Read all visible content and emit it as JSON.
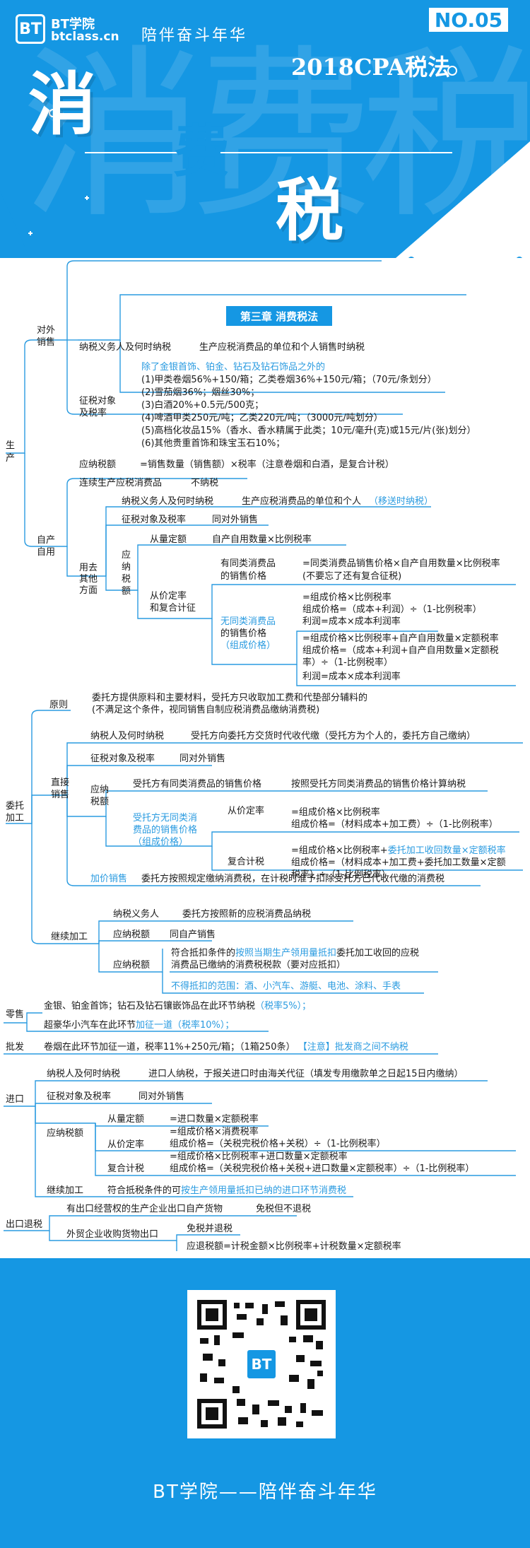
{
  "header": {
    "logo_mark": "BT",
    "logo_line1": "BT学院",
    "logo_line2": "btclass.cn",
    "slogan": "陪伴奋斗年华",
    "issue": "NO.05",
    "subject": "2018CPA税法",
    "big1": "消",
    "big2": "费",
    "big3": "税",
    "watermark": "消费税"
  },
  "chapter": "第三章 消费税法",
  "map": {
    "sheng": "生",
    "chan": "产",
    "duiwai1": "对外",
    "duiwai2": "销售",
    "nsyw": "纳税义务人及何时纳税",
    "nsyw_v": "生产应税消费品的单位和个人销售时纳税",
    "zsdx1": "征税对象",
    "zsdx2": "及税率",
    "chu": "除了金银首饰、铂金、钻石及钻石饰品之外的",
    "r1": "(1)甲类卷烟56%+150/箱；乙类卷烟36%+150元/箱；（70元/条划分）",
    "r2": "(2)雪茄烟36%；烟丝30%；",
    "r3": "(3)白酒20%+0.5元/500克；",
    "r4": "(4)啤酒甲类250元/吨；乙类220元/吨；（3000元/吨划分）",
    "r5": "(5)高档化妆品15%（香水、香水精属于此类；10元/毫升(克)或15元/片(张)划分）",
    "r6": "(6)其他贵重首饰和珠宝玉石10%；",
    "ynse": "应纳税额",
    "ynse_v": "=销售数量（销售额）×税率（注意卷烟和白酒，是复合计税）",
    "zc1": "自产",
    "zc2": "自用",
    "lx": "连续生产应税消费品",
    "lx_v": "不纳税",
    "yq1": "用去",
    "yq2": "其他",
    "yq3": "方面",
    "nsyw2": "纳税义务人及何时纳税",
    "nsyw2_v": "生产应税消费品的单位和个人",
    "nsyw2_b": "（移送时纳税）",
    "zsdx3": "征税对象及税率",
    "zsdx3_v": "同对外销售",
    "yn1": "应",
    "yn2": "纳",
    "yn3": "税",
    "yn4": "额",
    "clde": "从量定额",
    "clde_v": "自产自用数量×比例税率",
    "cj1": "从价定率",
    "cj2": "和复合计征",
    "ytl1": "有同类消费品",
    "ytl2": "的销售价格",
    "ytl_v1": "=同类消费品销售价格×自产自用数量×比例税率",
    "ytl_v2": "(不要忘了还有复合征税)",
    "wtl1": "无同类消费品",
    "wtl2": "的销售价格",
    "wtl3": "（组成价格）",
    "zc_a1": "=组成价格×比例税率",
    "zc_a2": "组成价格=（成本+利润）÷（1-比例税率）",
    "zc_a3": "利润=成本×成本利润率",
    "zc_b1": "=组成价格×比例税率+自产自用数量×定额税率",
    "zc_b2": "组成价格=（成本+利润+自产自用数量×定额税",
    "zc_b3": "率）÷（1-比例税率）",
    "zc_b4": "利润=成本×成本利润率",
    "wt1": "委托",
    "wt2": "加工",
    "yz": "原则",
    "yz_v1": "委托方提供原料和主要材料，受托方只收取加工费和代垫部分辅料的",
    "yz_v2": "(不满足这个条件，视同销售自制应税消费品缴纳消费税)",
    "zj1": "直接",
    "zj2": "销售",
    "nsyw3": "纳税人及何时纳税",
    "nsyw3_v": "受托方向委托方交货时代收代缴（受托方为个人的，委托方自己缴纳）",
    "zsdx4": "征税对象及税率",
    "zsdx4_v": "同对外销售",
    "yn5": "应纳",
    "yn6": "税额",
    "wt_ytl": "受托方有同类消费品的销售价格",
    "wt_ytl_v": "按照受托方同类消费品的销售价格计算纳税",
    "wt_wtl1": "受托方无同类消",
    "wt_wtl2": "费品的销售价格",
    "wt_wtl3": "（组成价格）",
    "cjdl": "从价定率",
    "cjdl_v1": "=组成价格×比例税率",
    "cjdl_v2": "组成价格=（材料成本+加工费）÷（1-比例税率）",
    "fhjs": "复合计税",
    "fhjs_v1a": "=组成价格×比例税率+",
    "fhjs_v1b": "委托加工收回数量×定额税率",
    "fhjs_v2": "组成价格=（材料成本+加工费+委托加工数量×定额",
    "fhjs_v3": "税率）÷（1-比例税率）",
    "jjxs": "加价销售",
    "jjxs_v": "委托方按照规定缴纳消费税，在计税时准予扣除受托方已代收代缴的消费税",
    "jxjg": "继续加工",
    "nsyw4": "纳税义务人",
    "nsyw4_v": "委托方按照新的应税消费品纳税",
    "ynse2": "应纳税额",
    "ynse2_v": "同自产销售",
    "ynse3": "应纳税额",
    "kd1a": "符合抵扣条件的",
    "kd1b": "按照当期生产领用量抵扣",
    "kd1c": "委托加工收回的应税",
    "kd2": "消费品已缴纳的消费税税款（要对应抵扣）",
    "bkd": "不得抵扣的范围：酒、小汽车、游艇、电池、涂料、手表",
    "ls": "零售",
    "ls_v1": "金银、铂金首饰；钻石及钻石镶嵌饰品在此环节纳税",
    "ls_b1": "（税率5%）；",
    "ls_v2": "超豪华小汽车在此环节",
    "ls_b2": "加征一道（税率10%）；",
    "pf": "批发",
    "pf_v": "卷烟在此环节加征一道，税率11%+250元/箱；（1箱250条）",
    "pf_b": "【注意】批发商之间不纳税",
    "jk": "进口",
    "jk_ns": "纳税人及何时纳税",
    "jk_ns_v": "进口人纳税，于报关进口时由海关代征（填发专用缴款单之日起15日内缴纳）",
    "jk_zs": "征税对象及税率",
    "jk_zs_v": "同对外销售",
    "jk_yn": "应纳税额",
    "jk_cl": "从量定额",
    "jk_cl_v": "=进口数量×定额税率",
    "jk_cj": "从价定率",
    "jk_cj_v1": "=组成价格×消费税率",
    "jk_cj_v2": "组成价格=（关税完税价格+关税）÷（1-比例税率）",
    "jk_fh": "复合计税",
    "jk_fh_v1": "=组成价格×比例税率+进口数量×定额税率",
    "jk_fh_v2": "组成价格=（关税完税价格+关税+进口数量×定额税率）÷（1-比例税率）",
    "jk_jx": "继续加工",
    "jk_jx_v": "符合抵税条件的可",
    "jk_jx_b": "按生产领用量抵扣已纳的进口环节消费税",
    "ck": "出口退税",
    "ck_1": "有出口经营权的生产企业出口自产货物",
    "ck_1v": "免税但不退税",
    "ck_2": "外贸企业收购货物出口",
    "ck_2v": "免税并退税",
    "ck_3v": "应退税额=计税金额×比例税率+计税数量×定额税率"
  },
  "footer": {
    "qr_logo": "BT",
    "text": "BT学院——陪伴奋斗年华"
  },
  "colors": {
    "brand_blue": "#1597e3",
    "link_blue": "#2a9be0"
  }
}
